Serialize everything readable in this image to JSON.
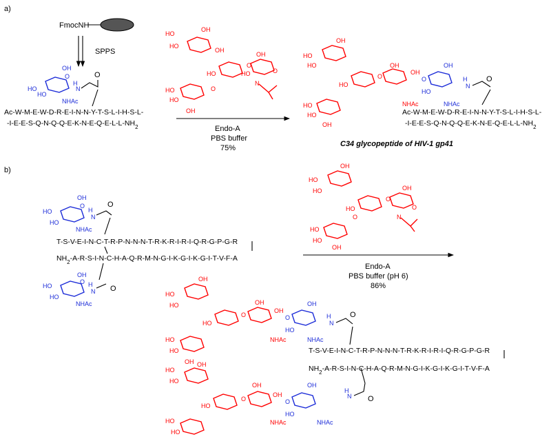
{
  "panel_a": {
    "label": "a)",
    "resin_label": "FmocNH",
    "spps": "SPPS",
    "nhac": "NHAc",
    "seq_line1": "Ac-W-M-E-W-D-R-E-I-N-N-Y-T-S-L-I-H-S-L-",
    "seq_line2": "-I-E-E-S-Q-N-Q-Q-E-K-N-E-Q-E-L-L-NH",
    "seq_sub": "2",
    "reagent": "Endo-A",
    "buffer": "PBS buffer",
    "yield": "75%",
    "product_seq_line1": "Ac-W-M-E-W-D-R-E-I-N-N-Y-T-S-L-I-H-S-L-",
    "product_seq_line2": "-I-E-E-S-Q-N-Q-Q-E-K-N-E-Q-E-L-L-NH",
    "product_nhac1": "NHAc",
    "product_nhac2": "NHAc",
    "product_caption": "C34 glycopeptide of HIV-1 gp41"
  },
  "panel_b": {
    "label": "b)",
    "nhac": "NHAc",
    "seq_top": "T-S-V-E-I-N-C-T-R-P-N-N-N-T-R-K-R-I-R-I-Q-R-G-P-G-R",
    "seq_bot": "NH",
    "seq_bot_sub": "2",
    "seq_bot_rest": "-A-R-S-I-N-C-H-A-Q-R-M-N-G-I-K-G-I-K-G-I-T-V-F-A",
    "reagent": "Endo-A",
    "buffer": "PBS buffer (pH 6)",
    "yield": "86%"
  },
  "atoms": {
    "ho": "HO",
    "oh": "OH",
    "o": "O",
    "n": "N",
    "h": "H"
  },
  "colors": {
    "glcnac": "#1c2cd8",
    "glycan": "#ff0000",
    "text": "#000000"
  }
}
